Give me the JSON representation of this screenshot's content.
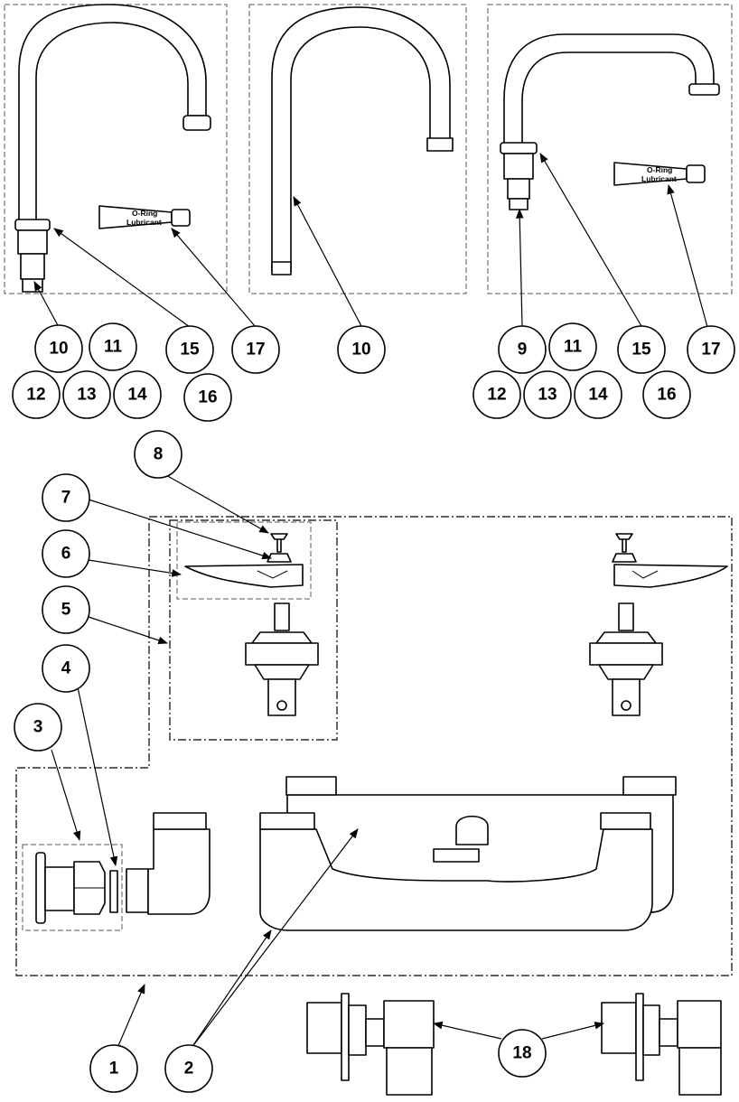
{
  "callouts": {
    "c1": "1",
    "c2": "2",
    "c3": "3",
    "c4": "4",
    "c5": "5",
    "c6": "6",
    "c7": "7",
    "c8": "8",
    "c9": "9",
    "a10": "10",
    "a11": "11",
    "a12": "12",
    "a13": "13",
    "a14": "14",
    "a15": "15",
    "a16": "16",
    "a17": "17",
    "b10": "10",
    "d11": "11",
    "d12": "12",
    "d13": "13",
    "d14": "14",
    "d15": "15",
    "d16": "16",
    "d17": "17",
    "c18": "18"
  },
  "lubricant": {
    "line1": "O-Ring",
    "line2": "Lubricant"
  }
}
